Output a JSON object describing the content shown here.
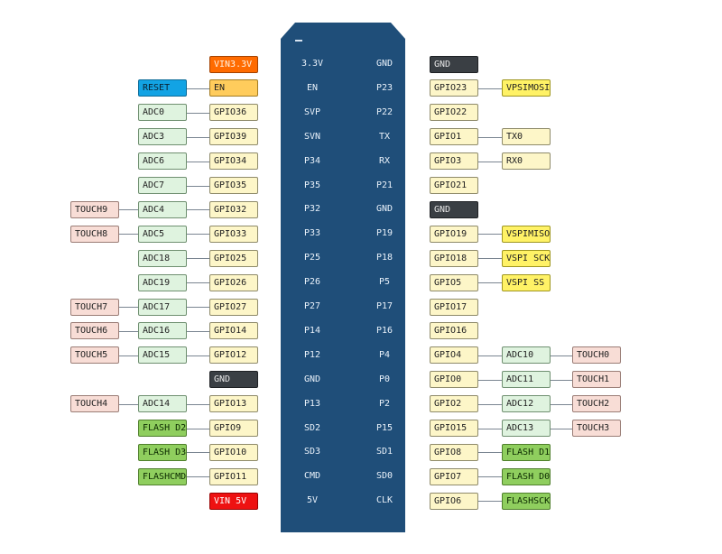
{
  "left_pins": [
    {
      "pin": "3.3V",
      "tags": [
        {
          "text": "VIN3.3V",
          "kind": "v33"
        }
      ]
    },
    {
      "pin": "EN",
      "tags": [
        {
          "text": "EN",
          "kind": "en"
        },
        {
          "text": "RESET",
          "kind": "reset"
        }
      ]
    },
    {
      "pin": "SVP",
      "tags": [
        {
          "text": "GPIO36",
          "kind": "gpio"
        },
        {
          "text": "ADC0",
          "kind": "adc"
        }
      ]
    },
    {
      "pin": "SVN",
      "tags": [
        {
          "text": "GPIO39",
          "kind": "gpio"
        },
        {
          "text": "ADC3",
          "kind": "adc"
        }
      ]
    },
    {
      "pin": "P34",
      "tags": [
        {
          "text": "GPIO34",
          "kind": "gpio"
        },
        {
          "text": "ADC6",
          "kind": "adc"
        }
      ]
    },
    {
      "pin": "P35",
      "tags": [
        {
          "text": "GPIO35",
          "kind": "gpio"
        },
        {
          "text": "ADC7",
          "kind": "adc"
        }
      ]
    },
    {
      "pin": "P32",
      "tags": [
        {
          "text": "GPIO32",
          "kind": "gpio"
        },
        {
          "text": "ADC4",
          "kind": "adc"
        },
        {
          "text": "TOUCH9",
          "kind": "touch"
        }
      ]
    },
    {
      "pin": "P33",
      "tags": [
        {
          "text": "GPIO33",
          "kind": "gpio"
        },
        {
          "text": "ADC5",
          "kind": "adc"
        },
        {
          "text": "TOUCH8",
          "kind": "touch"
        }
      ]
    },
    {
      "pin": "P25",
      "tags": [
        {
          "text": "GPIO25",
          "kind": "gpio"
        },
        {
          "text": "ADC18",
          "kind": "adc"
        }
      ]
    },
    {
      "pin": "P26",
      "tags": [
        {
          "text": "GPIO26",
          "kind": "gpio"
        },
        {
          "text": "ADC19",
          "kind": "adc"
        }
      ]
    },
    {
      "pin": "P27",
      "tags": [
        {
          "text": "GPIO27",
          "kind": "gpio"
        },
        {
          "text": "ADC17",
          "kind": "adc"
        },
        {
          "text": "TOUCH7",
          "kind": "touch"
        }
      ]
    },
    {
      "pin": "P14",
      "tags": [
        {
          "text": "GPIO14",
          "kind": "gpio"
        },
        {
          "text": "ADC16",
          "kind": "adc"
        },
        {
          "text": "TOUCH6",
          "kind": "touch"
        }
      ]
    },
    {
      "pin": "P12",
      "tags": [
        {
          "text": "GPIO12",
          "kind": "gpio"
        },
        {
          "text": "ADC15",
          "kind": "adc"
        },
        {
          "text": "TOUCH5",
          "kind": "touch"
        }
      ]
    },
    {
      "pin": "GND",
      "tags": [
        {
          "text": "GND",
          "kind": "gnd"
        }
      ]
    },
    {
      "pin": "P13",
      "tags": [
        {
          "text": "GPIO13",
          "kind": "gpio"
        },
        {
          "text": "ADC14",
          "kind": "adc"
        },
        {
          "text": "TOUCH4",
          "kind": "touch"
        }
      ]
    },
    {
      "pin": "SD2",
      "tags": [
        {
          "text": "GPIO9",
          "kind": "gpio"
        },
        {
          "text": "FLASH D2",
          "kind": "flash"
        }
      ]
    },
    {
      "pin": "SD3",
      "tags": [
        {
          "text": "GPIO10",
          "kind": "gpio"
        },
        {
          "text": "FLASH D3",
          "kind": "flash"
        }
      ]
    },
    {
      "pin": "CMD",
      "tags": [
        {
          "text": "GPIO11",
          "kind": "gpio"
        },
        {
          "text": "FLASHCMD",
          "kind": "flash"
        }
      ]
    },
    {
      "pin": "5V",
      "tags": [
        {
          "text": "VIN 5V",
          "kind": "v5"
        }
      ]
    }
  ],
  "right_pins": [
    {
      "pin": "GND",
      "tags": [
        {
          "text": "GND",
          "kind": "gnd"
        }
      ]
    },
    {
      "pin": "P23",
      "tags": [
        {
          "text": "GPIO23",
          "kind": "gpio"
        },
        {
          "text": "VPSIMOSI",
          "kind": "spi"
        }
      ]
    },
    {
      "pin": "P22",
      "tags": [
        {
          "text": "GPIO22",
          "kind": "gpio"
        }
      ]
    },
    {
      "pin": "TX",
      "tags": [
        {
          "text": "GPIO1",
          "kind": "gpio"
        },
        {
          "text": "TX0",
          "kind": "gpio"
        }
      ]
    },
    {
      "pin": "RX",
      "tags": [
        {
          "text": "GPIO3",
          "kind": "gpio"
        },
        {
          "text": "RX0",
          "kind": "gpio"
        }
      ]
    },
    {
      "pin": "P21",
      "tags": [
        {
          "text": "GPIO21",
          "kind": "gpio"
        }
      ]
    },
    {
      "pin": "GND",
      "tags": [
        {
          "text": "GND",
          "kind": "gnd"
        }
      ]
    },
    {
      "pin": "P19",
      "tags": [
        {
          "text": "GPIO19",
          "kind": "gpio"
        },
        {
          "text": "VSPIMISO",
          "kind": "spi"
        }
      ]
    },
    {
      "pin": "P18",
      "tags": [
        {
          "text": "GPIO18",
          "kind": "gpio"
        },
        {
          "text": "VSPI SCK",
          "kind": "spi"
        }
      ]
    },
    {
      "pin": "P5",
      "tags": [
        {
          "text": "GPIO5",
          "kind": "gpio"
        },
        {
          "text": "VSPI SS",
          "kind": "spi"
        }
      ]
    },
    {
      "pin": "P17",
      "tags": [
        {
          "text": "GPIO17",
          "kind": "gpio"
        }
      ]
    },
    {
      "pin": "P16",
      "tags": [
        {
          "text": "GPIO16",
          "kind": "gpio"
        }
      ]
    },
    {
      "pin": "P4",
      "tags": [
        {
          "text": "GPIO4",
          "kind": "gpio"
        },
        {
          "text": "ADC10",
          "kind": "adc"
        },
        {
          "text": "TOUCH0",
          "kind": "touch"
        }
      ]
    },
    {
      "pin": "P0",
      "tags": [
        {
          "text": "GPIO0",
          "kind": "gpio"
        },
        {
          "text": "ADC11",
          "kind": "adc"
        },
        {
          "text": "TOUCH1",
          "kind": "touch"
        }
      ]
    },
    {
      "pin": "P2",
      "tags": [
        {
          "text": "GPIO2",
          "kind": "gpio"
        },
        {
          "text": "ADC12",
          "kind": "adc"
        },
        {
          "text": "TOUCH2",
          "kind": "touch"
        }
      ]
    },
    {
      "pin": "P15",
      "tags": [
        {
          "text": "GPIO15",
          "kind": "gpio"
        },
        {
          "text": "ADC13",
          "kind": "adc"
        },
        {
          "text": "TOUCH3",
          "kind": "touch"
        }
      ]
    },
    {
      "pin": "SD1",
      "tags": [
        {
          "text": "GPIO8",
          "kind": "gpio"
        },
        {
          "text": "FLASH D1",
          "kind": "flash"
        }
      ]
    },
    {
      "pin": "SD0",
      "tags": [
        {
          "text": "GPIO7",
          "kind": "gpio"
        },
        {
          "text": "FLASH D0",
          "kind": "flash"
        }
      ]
    },
    {
      "pin": "CLK",
      "tags": [
        {
          "text": "GPIO6",
          "kind": "gpio"
        },
        {
          "text": "FLASHSCK",
          "kind": "flash"
        }
      ]
    }
  ]
}
